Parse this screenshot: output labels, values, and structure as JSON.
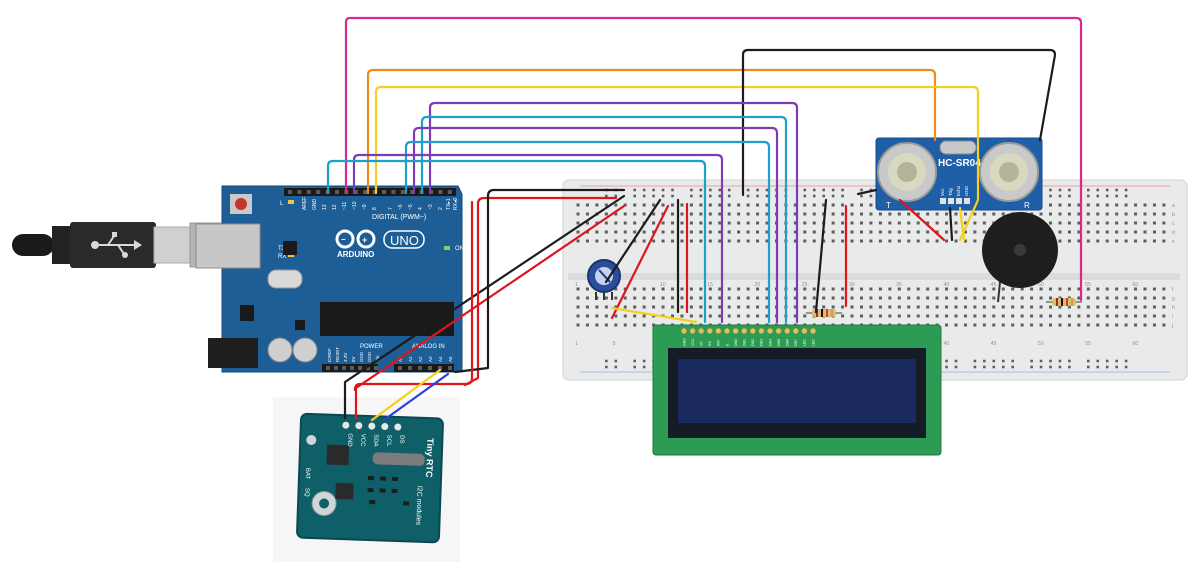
{
  "arduino": {
    "brand": "ARDUINO",
    "model": "UNO",
    "digital_header": "DIGITAL (PWM~)",
    "power_header": "POWER",
    "analog_header": "ANALOG IN",
    "led_on": "ON",
    "led_l": "L",
    "led_tx": "TX",
    "led_rx": "RX",
    "pin_aref": "AREF",
    "pin_gnd": "GND",
    "pin_13": "13",
    "pin_12": "12",
    "pin_11": "~11",
    "pin_10": "~10",
    "pin_9": "~9",
    "pin_8": "8",
    "pin_7": "7",
    "pin_6": "~6",
    "pin_5": "~5",
    "pin_4": "4",
    "pin_3": "~3",
    "pin_2": "2",
    "pin_1": "TX▸1",
    "pin_0": "RX◂0",
    "pin_ioref": "IOREF",
    "pin_reset": "RESET",
    "pin_3v3": "3.3V",
    "pin_5v": "5V",
    "pin_gnd1": "GND",
    "pin_gnd2": "GND",
    "pin_vin": "Vin",
    "pin_a0": "A0",
    "pin_a1": "A1",
    "pin_a2": "A2",
    "pin_a3": "A3",
    "pin_a4": "A4",
    "pin_a5": "A5"
  },
  "sensor": {
    "model": "HC-SR04",
    "left_label": "T",
    "right_label": "R",
    "pin_vcc": "Vcc",
    "pin_trig": "Trig",
    "pin_echo": "Echo",
    "pin_gnd": "GND"
  },
  "rtc": {
    "title": "Tiny RTC",
    "subtitle": "I2C modules",
    "pin_ds": "DS",
    "pin_scl": "SCL",
    "pin_sda": "SDA",
    "pin_vcc": "VCC",
    "pin_gnd": "GND",
    "pin_sq": "SQ",
    "pin_bat": "BAT"
  },
  "lcd": {
    "pins": [
      "GND",
      "VCC",
      "V0",
      "RS",
      "RW",
      "E",
      "DB0",
      "DB1",
      "DB2",
      "DB3",
      "DB4",
      "DB5",
      "DB6",
      "DB7",
      "LED",
      "LED"
    ]
  },
  "breadboard": {
    "col_numbers": [
      "1",
      "5",
      "10",
      "15",
      "20",
      "25",
      "30",
      "35",
      "40",
      "45",
      "50",
      "55",
      "60"
    ],
    "row_letters": [
      "a",
      "b",
      "c",
      "d",
      "e",
      "f",
      "g",
      "h",
      "i",
      "j"
    ]
  },
  "colors": {
    "board_blue": "#1e5e96",
    "sensor_blue": "#1f5fa8",
    "rtc_teal": "#0f5f68",
    "lcd_green": "#2c9b53",
    "lcd_screen": "#1a2a5e",
    "wire_red": "#e0151b",
    "wire_black": "#1c1c1c",
    "wire_yellow": "#f5cf1d",
    "wire_orange": "#f08a1a",
    "wire_purple": "#7d3bb5",
    "wire_cyan": "#1ea1c9",
    "wire_magenta": "#d9278e",
    "wire_blue": "#2c3fd8"
  }
}
